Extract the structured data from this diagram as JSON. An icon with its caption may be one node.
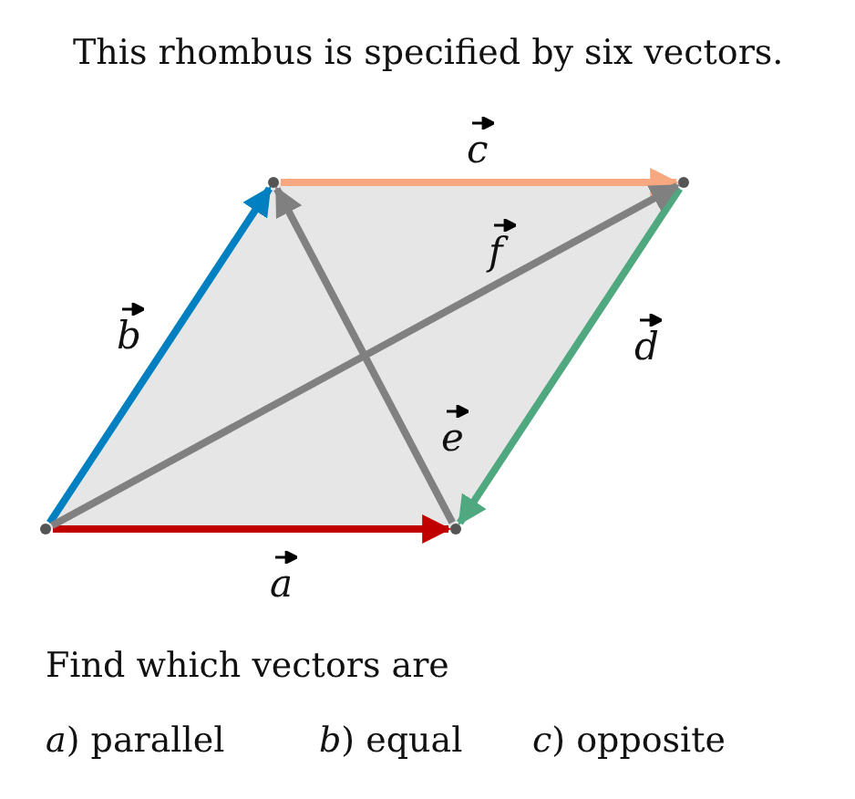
{
  "diagram": {
    "title": "This rhombus is specified by six vectors.",
    "nodes": [
      {
        "text": [],
        "shape": "rhombus"
      },
      {
        "text": [],
        "shape": "point",
        "in": 0
      },
      {
        "text": [],
        "shape": "point",
        "in": 0
      },
      {
        "text": [],
        "shape": "point",
        "in": 0
      },
      {
        "text": [],
        "shape": "point",
        "in": 0
      }
    ],
    "edges": [
      {
        "from": 3,
        "to": 4,
        "arrow": "to",
        "label": "a",
        "color": "#c00000"
      },
      {
        "from": 3,
        "to": 1,
        "arrow": "to",
        "label": "b",
        "color": "#0080c0"
      },
      {
        "from": 1,
        "to": 2,
        "arrow": "to",
        "label": "c",
        "color": "#f8a880"
      },
      {
        "from": 2,
        "to": 4,
        "arrow": "to",
        "label": "d",
        "color": "#50a880"
      },
      {
        "from": 4,
        "to": 1,
        "arrow": "to",
        "label": "e",
        "color": "#808080"
      },
      {
        "from": 3,
        "to": 2,
        "arrow": "to",
        "label": "f",
        "color": "#808080"
      }
    ],
    "labels": [
      "Find which vectors are",
      "*a*) parallel",
      "*b*) equal",
      "*c*) opposite"
    ]
  }
}
